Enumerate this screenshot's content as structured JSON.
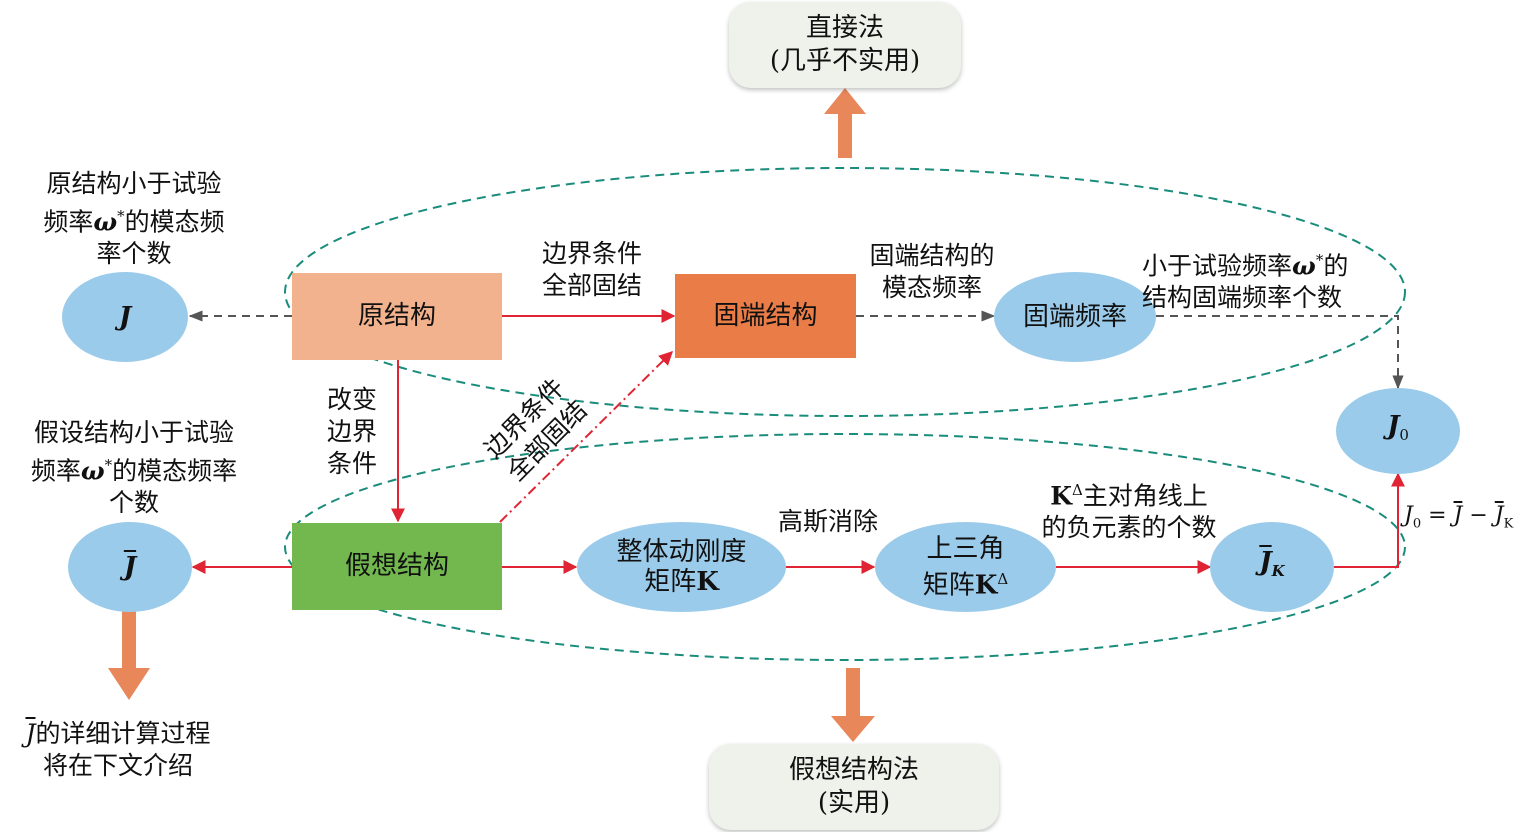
{
  "nodes": {
    "direct_method": {
      "line1": "直接法",
      "line2": "(几乎不实用)"
    },
    "assumed_method": {
      "line1": "假想结构法",
      "line2": "(实用)"
    },
    "original_structure": "原结构",
    "fixed_structure": "固端结构",
    "fixed_frequency": "固端频率",
    "assumed_structure": "假想结构",
    "stiffness_matrix": {
      "line1": "整体动刚度",
      "line2": "矩阵",
      "symbol": "K"
    },
    "upper_triangular": {
      "line1": "上三角",
      "line2": "矩阵",
      "symbol": "K",
      "sup": "Δ"
    },
    "j_original": "J",
    "j_bar": "J",
    "j_bar_k": {
      "base": "J",
      "sub": "K"
    },
    "j_zero": {
      "base": "J",
      "sub": "0"
    }
  },
  "labels": {
    "original_count": {
      "line1": "原结构小于试验",
      "line2a": "频率",
      "omega": "ω",
      "star": "*",
      "line2b": "的模态频",
      "line3": "率个数"
    },
    "assumed_count": {
      "line1": "假设结构小于试验",
      "line2a": "频率",
      "omega": "ω",
      "star": "*",
      "line2b": "的模态频率",
      "line3": "个数"
    },
    "boundary_fix_all": {
      "line1": "边界条件",
      "line2": "全部固结"
    },
    "fixed_modal_freq": {
      "line1": "固端结构的",
      "line2": "模态频率"
    },
    "fixed_freq_count": {
      "line1a": "小于试验频率",
      "omega": "ω",
      "star": "*",
      "line1b": "的",
      "line2": "结构固端频率个数"
    },
    "change_boundary": {
      "line1": "改变",
      "line2": "边界",
      "line3": "条件"
    },
    "diagonal_boundary": {
      "line1": "边界条件",
      "line2": "全部固结"
    },
    "gauss_elimination": "高斯消除",
    "negative_count": {
      "symbol": "K",
      "sup": "Δ",
      "line1": "主对角线上",
      "line2": "的负元素的个数"
    },
    "formula": {
      "lhs": "J",
      "lhs_sub": "0",
      "eq": " = ",
      "t1": "J",
      "minus": " − ",
      "t2": "J",
      "t2_sub": "K"
    },
    "detail_note": {
      "sym": "J",
      "line1": "的详细计算过程",
      "line2": "将在下文介绍"
    }
  },
  "colors": {
    "red_arrow": "#e02434",
    "dashed_gray": "#555555",
    "ellipse_border": "#1a8c7c",
    "orange_arrow": "#e8875a",
    "node_blue": "#9bcbea",
    "orig_fill": "#f2b28e",
    "fixed_fill": "#ea7c48",
    "assumed_fill": "#72b84f",
    "result_fill": "#eef2ea"
  }
}
